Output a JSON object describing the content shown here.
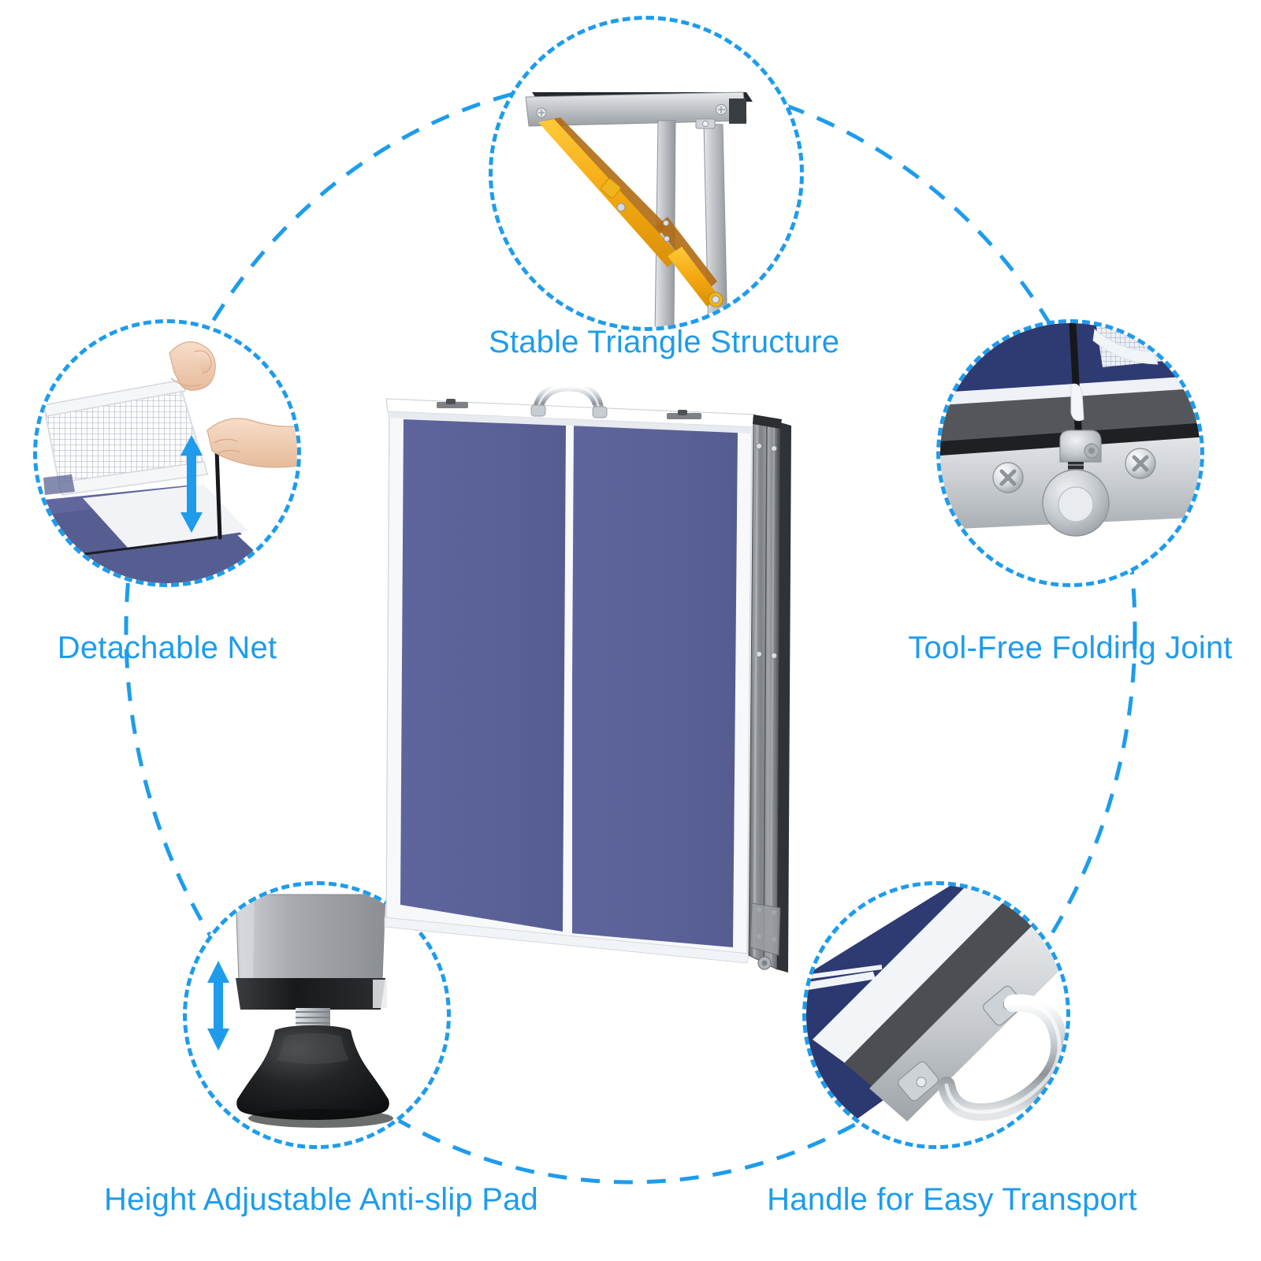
{
  "page": {
    "background_color": "#ffffff",
    "accent_color": "#1e9ceb",
    "title": "Folding Ping Pong Table Feature Callouts"
  },
  "features": [
    {
      "id": "stable-triangle-structure",
      "label": "Stable Triangle Structure",
      "position": "top-center",
      "illustration": "folding-leg-frame-with-yellow-brace",
      "colors": {
        "rail": "#c9cccf",
        "rail_top": "#23262a",
        "leg": "#b9bcc0",
        "brace": "#f5b211",
        "brace_dark": "#b06a12"
      }
    },
    {
      "id": "detachable-net",
      "label": "Detachable Net",
      "position": "left",
      "illustration": "hands-lifting-mesh-net-off-table",
      "colors": {
        "net_mesh": "#f2f4f7",
        "table_top": "#5b6298",
        "skin": "#f1cdb1",
        "arrow": "#1e9ceb",
        "post": "#1b1b1b"
      }
    },
    {
      "id": "tool-free-folding-joint",
      "label": "Tool-Free Folding Joint",
      "position": "right",
      "illustration": "net-post-clamp-with-thumb-knob-and-screws",
      "colors": {
        "table_top": "#2e3a72",
        "edge_band": "#53575c",
        "plate": "#c6c9cc",
        "knob": "#c9cdd1",
        "screw": "#dfe3e6"
      }
    },
    {
      "id": "height-adjustable-anti-slip-pad",
      "label": "Height Adjustable Anti-slip Pad",
      "position": "bottom-left",
      "illustration": "leg-end-with-threaded-black-rubber-foot",
      "colors": {
        "leg": "#a7aaae",
        "cap": "#1d1f21",
        "thread": "#b9bdc1",
        "foot": "#1a1c1e",
        "arrow": "#1e9ceb"
      }
    },
    {
      "id": "handle-for-easy-transport",
      "label": "Handle for Easy Transport",
      "position": "bottom-right",
      "illustration": "chrome-carry-handle-on-folded-table-edge",
      "colors": {
        "table_top": "#2e3a72",
        "white_line": "#f5f7fa",
        "dark_band": "#4b4e52",
        "frame": "#b9bdc1",
        "handle": "#d6dade"
      }
    }
  ],
  "center_product": {
    "name": "Folded ping pong table",
    "colors": {
      "panel": "#5b6298",
      "frame": "#f4f6f8",
      "leg_stack": "#7d8084",
      "leg_stack_dark": "#3c3f42",
      "handle": "#cfd4d8"
    },
    "parts": [
      "carry-handle",
      "left-panel",
      "right-panel",
      "white-frame",
      "folded-leg-assembly",
      "latch-hardware"
    ]
  },
  "ring": {
    "stroke": "#1e9ceb",
    "style": "dashed",
    "width": 5
  }
}
